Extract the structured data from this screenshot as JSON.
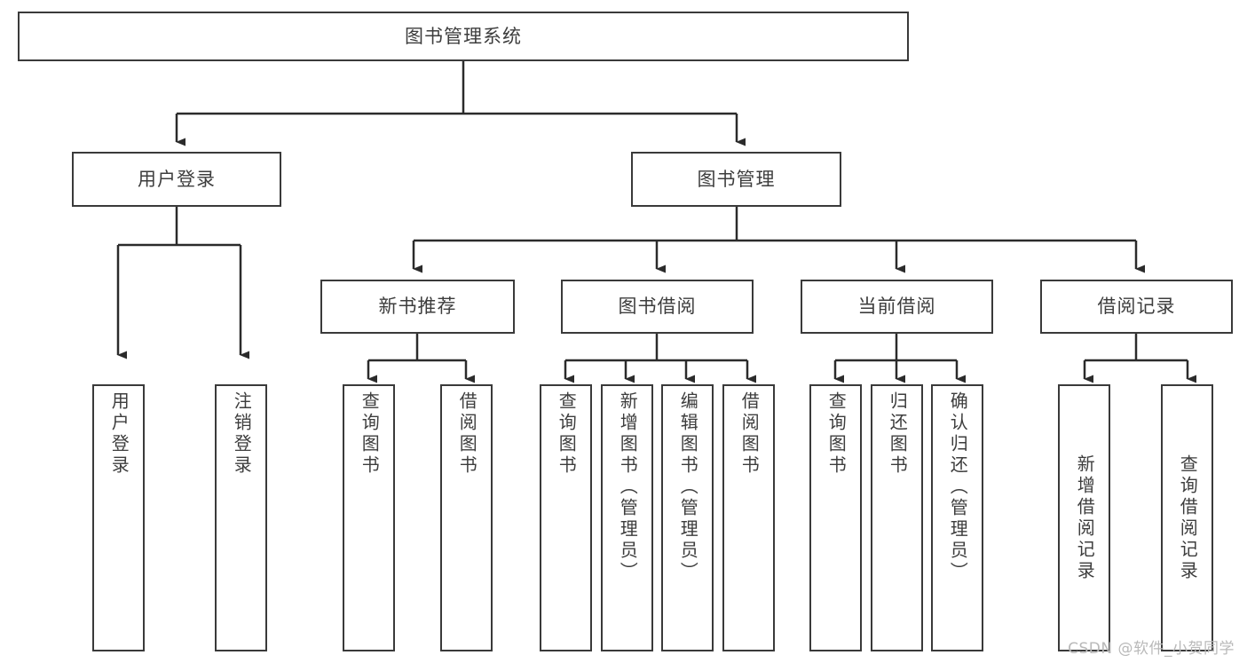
{
  "diagram": {
    "title": "图书管理系统",
    "watermark": "CSDN @软件_小贺同学",
    "colors": {
      "box_border": "#3a3a3a",
      "box_fill": "#ffffff",
      "text": "#3d3d3d",
      "connector": "#2b2b2b",
      "background": "#ffffff",
      "watermark": "#b9b9b9"
    },
    "levels": {
      "root": "图书管理系统",
      "level2": [
        "用户登录",
        "图书管理"
      ],
      "level3": [
        "新书推荐",
        "图书借阅",
        "当前借阅",
        "借阅记录"
      ]
    },
    "nodes": {
      "root": {
        "label": "图书管理系统"
      },
      "user_login": {
        "label": "用户登录"
      },
      "book_manage": {
        "label": "图书管理"
      },
      "new_book_rec": {
        "label": "新书推荐"
      },
      "book_borrow": {
        "label": "图书借阅"
      },
      "current_borrow": {
        "label": "当前借阅"
      },
      "borrow_record": {
        "label": "借阅记录"
      }
    },
    "leaves": {
      "user_login_children": [
        {
          "label": "用户登录"
        },
        {
          "label": "注销登录"
        }
      ],
      "new_book_rec_children": [
        {
          "label": "查询图书"
        },
        {
          "label": "借阅图书"
        }
      ],
      "book_borrow_children": [
        {
          "label": "查询图书"
        },
        {
          "label": "新增图书（管理员）"
        },
        {
          "label": "编辑图书（管理员）"
        },
        {
          "label": "借阅图书"
        }
      ],
      "current_borrow_children": [
        {
          "label": "查询图书"
        },
        {
          "label": "归还图书"
        },
        {
          "label": "确认归还（管理员）"
        }
      ],
      "borrow_record_children": [
        {
          "label": "新增借阅记录"
        },
        {
          "label": "查询借阅记录"
        }
      ]
    }
  }
}
